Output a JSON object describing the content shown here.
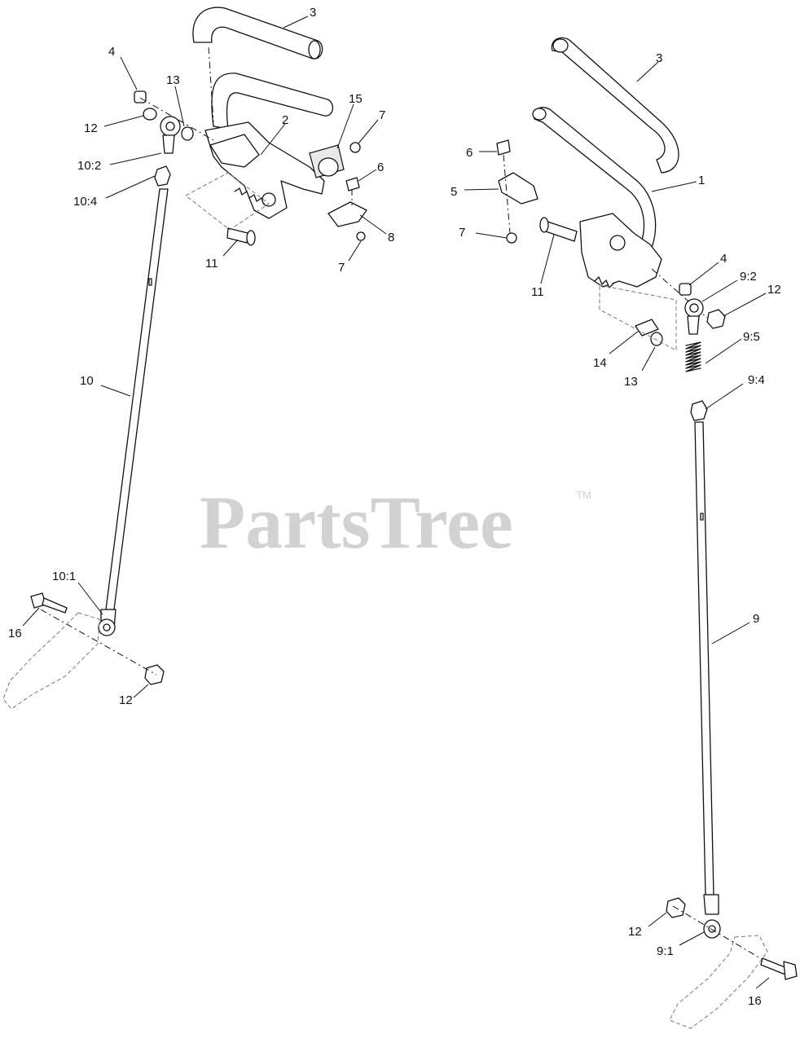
{
  "watermark": {
    "brand": "PartsTree",
    "tm": "TM"
  },
  "callouts_left": {
    "c3": "3",
    "c4": "4",
    "c13": "13",
    "c12a": "12",
    "c10_2": "10:2",
    "c10_4": "10:4",
    "c2": "2",
    "c15": "15",
    "c7a": "7",
    "c6": "6",
    "c8": "8",
    "c7b": "7",
    "c11": "11",
    "c10": "10",
    "c10_1": "10:1",
    "c16": "16",
    "c12b": "12"
  },
  "callouts_right": {
    "c3": "3",
    "c6": "6",
    "c5": "5",
    "c7": "7",
    "c1": "1",
    "c11": "11",
    "c4": "4",
    "c9_2": "9:2",
    "c12a": "12",
    "c9_5": "9:5",
    "c14": "14",
    "c13": "13",
    "c9_4": "9:4",
    "c9": "9",
    "c12b": "12",
    "c9_1": "9:1",
    "c16": "16"
  },
  "colors": {
    "line": "#111111",
    "watermark": "#d2d2d2",
    "background": "#ffffff"
  }
}
